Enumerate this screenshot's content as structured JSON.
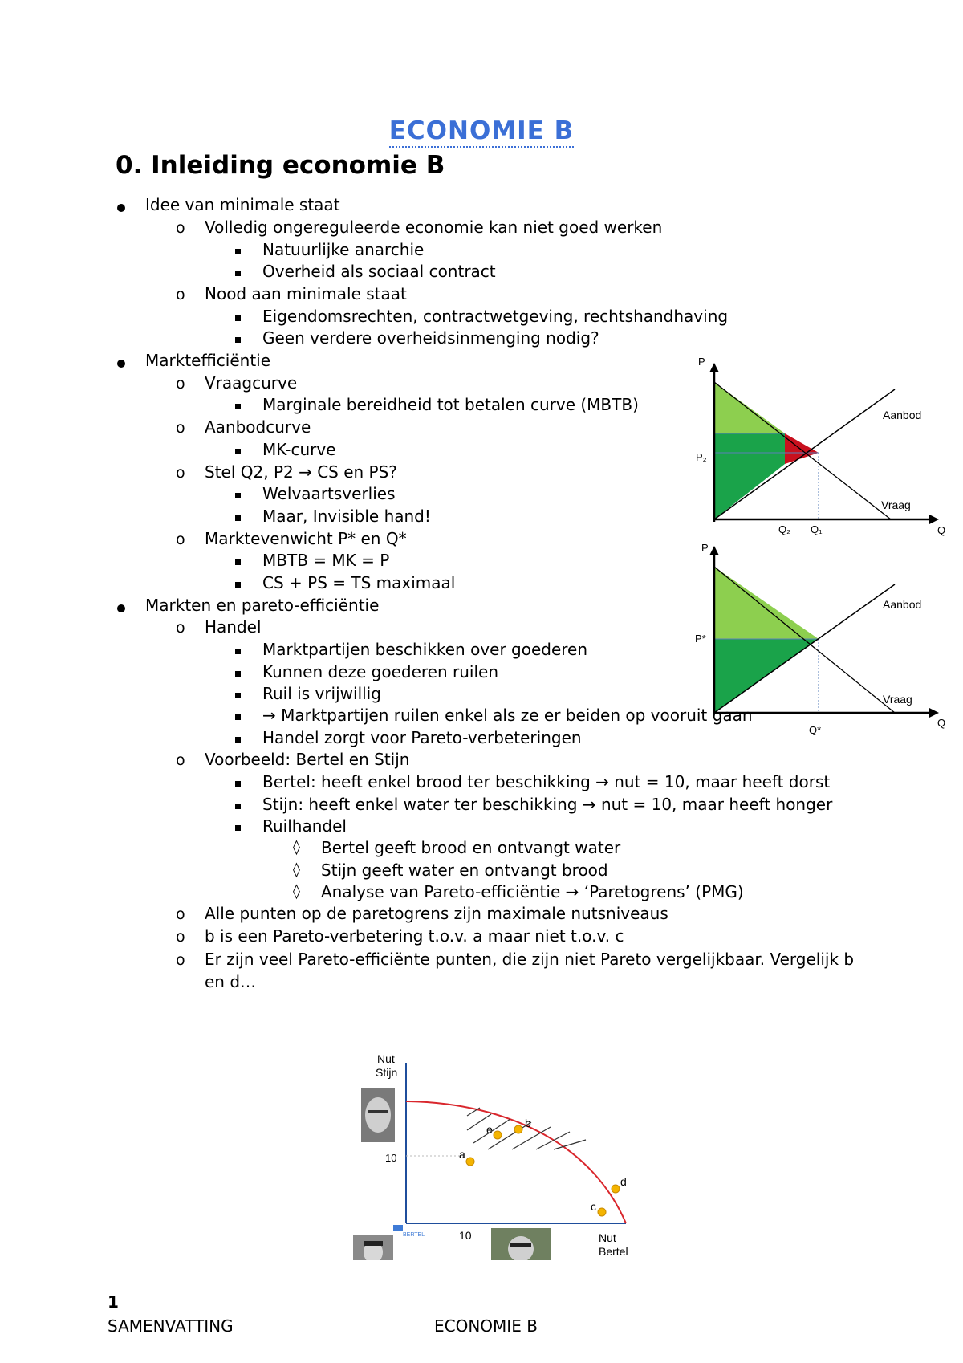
{
  "title": "ECONOMIE B",
  "heading": "0. Inleiding economie B",
  "outline": [
    {
      "level": 1,
      "text": "Idee van minimale staat"
    },
    {
      "level": 2,
      "text": "Volledig ongereguleerde economie kan niet goed werken"
    },
    {
      "level": 3,
      "text": "Natuurlijke anarchie"
    },
    {
      "level": 3,
      "text": "Overheid als sociaal contract"
    },
    {
      "level": 2,
      "text": "Nood aan minimale staat"
    },
    {
      "level": 3,
      "text": "Eigendomsrechten, contractwetgeving, rechtshandhaving"
    },
    {
      "level": 3,
      "text": "Geen verdere overheidsinmenging nodig?"
    },
    {
      "level": 1,
      "text": "Marktefficiëntie"
    },
    {
      "level": 2,
      "text": "Vraagcurve"
    },
    {
      "level": 3,
      "text": "Marginale bereidheid tot betalen curve (MBTB)"
    },
    {
      "level": 2,
      "text": "Aanbodcurve"
    },
    {
      "level": 3,
      "text": "MK-curve"
    },
    {
      "level": 2,
      "text": "Stel Q2, P2 → CS en PS?"
    },
    {
      "level": 3,
      "text": "Welvaartsverlies"
    },
    {
      "level": 3,
      "text": "Maar, Invisible hand!"
    },
    {
      "level": 2,
      "text": "Marktevenwicht P* en Q*"
    },
    {
      "level": 3,
      "text": "MBTB = MK = P"
    },
    {
      "level": 3,
      "text": "CS + PS = TS maximaal"
    },
    {
      "level": 1,
      "text": "Markten en pareto-efficiëntie"
    },
    {
      "level": 2,
      "text": "Handel"
    },
    {
      "level": 3,
      "text": "Marktpartijen beschikken over goederen"
    },
    {
      "level": 3,
      "text": "Kunnen deze goederen ruilen"
    },
    {
      "level": 3,
      "text": "Ruil is vrijwillig"
    },
    {
      "level": 3,
      "text": "→ Marktpartijen ruilen enkel als ze er beiden op vooruit gaan"
    },
    {
      "level": 3,
      "text": "Handel zorgt voor Pareto-verbeteringen"
    },
    {
      "level": 2,
      "text": "Voorbeeld: Bertel en Stijn"
    },
    {
      "level": 3,
      "text": "Bertel: heeft enkel brood ter beschikking → nut = 10, maar heeft dorst"
    },
    {
      "level": 3,
      "text": "Stijn: heeft enkel water ter beschikking → nut = 10, maar heeft honger"
    },
    {
      "level": 3,
      "text": "Ruilhandel"
    },
    {
      "level": 4,
      "text": "Bertel geeft brood en ontvangt water"
    },
    {
      "level": 4,
      "text": "Stijn geeft water en ontvangt brood"
    },
    {
      "level": 4,
      "text": "Analyse van Pareto-efficiëntie → ‘Paretogrens’ (PMG)"
    },
    {
      "level": 2,
      "text": "Alle punten op de paretogrens zijn maximale nutsniveaus"
    },
    {
      "level": 2,
      "text": "b is een Pareto-verbetering t.o.v. a maar niet t.o.v. c"
    },
    {
      "level": 2,
      "text": "Er zijn veel Pareto-efficiënte punten, die zijn niet Pareto vergelijkbaar. Vergelijk b"
    },
    {
      "level": 0,
      "text": "en d…"
    }
  ],
  "chart1": {
    "y_axis": "P",
    "x_axis": "Q",
    "supply": "Aanbod",
    "demand": "Vraag",
    "p_label": "P₂",
    "q2": "Q₂",
    "q1": "Q₁",
    "colors": {
      "cs": "#8dcf4f",
      "ps": "#1aa34a",
      "loss": "#c8101e"
    }
  },
  "chart2": {
    "y_axis": "P",
    "x_axis": "Q",
    "supply": "Aanbod",
    "demand": "Vraag",
    "p_label": "P*",
    "q_label": "Q*"
  },
  "chart3": {
    "y_axis_line1": "Nut",
    "y_axis_line2": "Stijn",
    "x_axis_line1": "Nut",
    "x_axis_line2": "Bertel",
    "tick_y": "10",
    "tick_x": "10",
    "points": [
      "a",
      "e",
      "b",
      "c",
      "d"
    ],
    "logo_text": "BERTEL",
    "frontier_color": "#d9262c",
    "point_color": "#f4b400"
  },
  "footer": {
    "page": "1",
    "left": "SAMENVATTING",
    "right": "ECONOMIE B"
  }
}
